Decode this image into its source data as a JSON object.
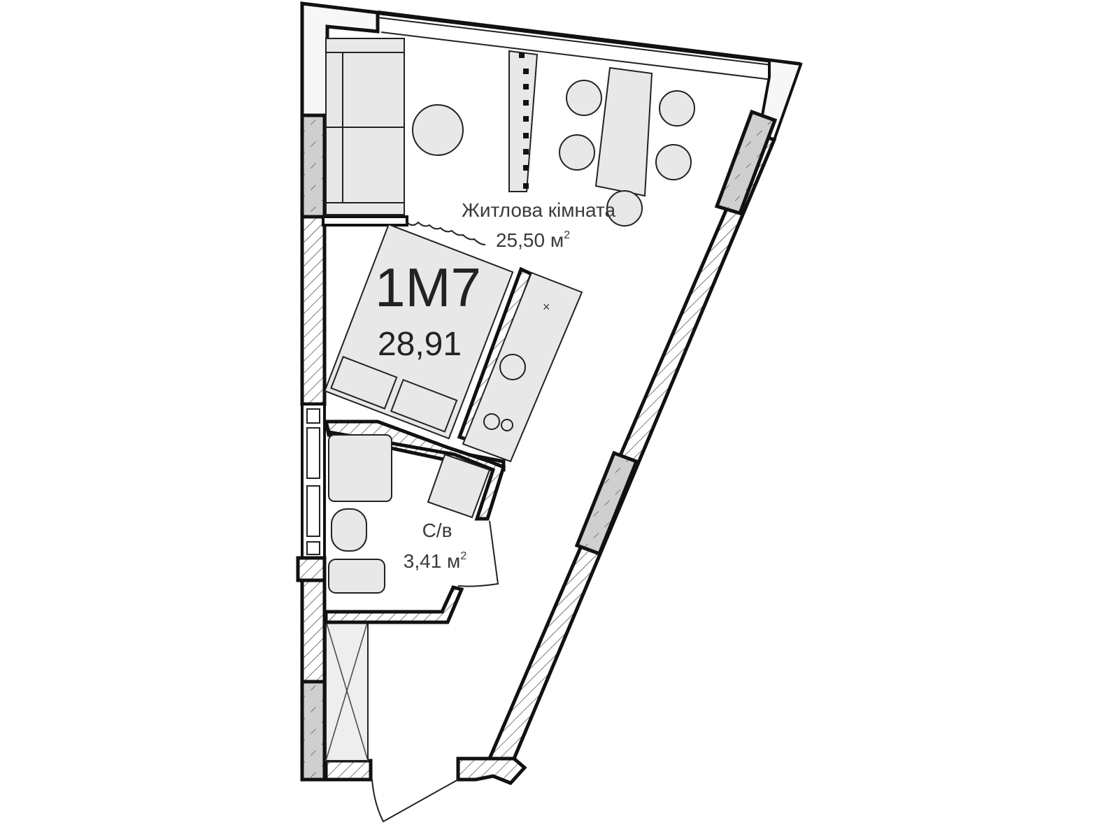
{
  "plan": {
    "unit_code": "1М7",
    "total_area": "28,91",
    "rooms": [
      {
        "name": "Житлова кімната",
        "area": "25,50 м",
        "area_sup": "2"
      },
      {
        "name": "С/в",
        "area": "3,41 м",
        "area_sup": "2"
      }
    ]
  },
  "colors": {
    "wall": "#111111",
    "furniture": "#e8e8e8",
    "window": "#cfcfcf",
    "text": "#3a3a3a"
  }
}
